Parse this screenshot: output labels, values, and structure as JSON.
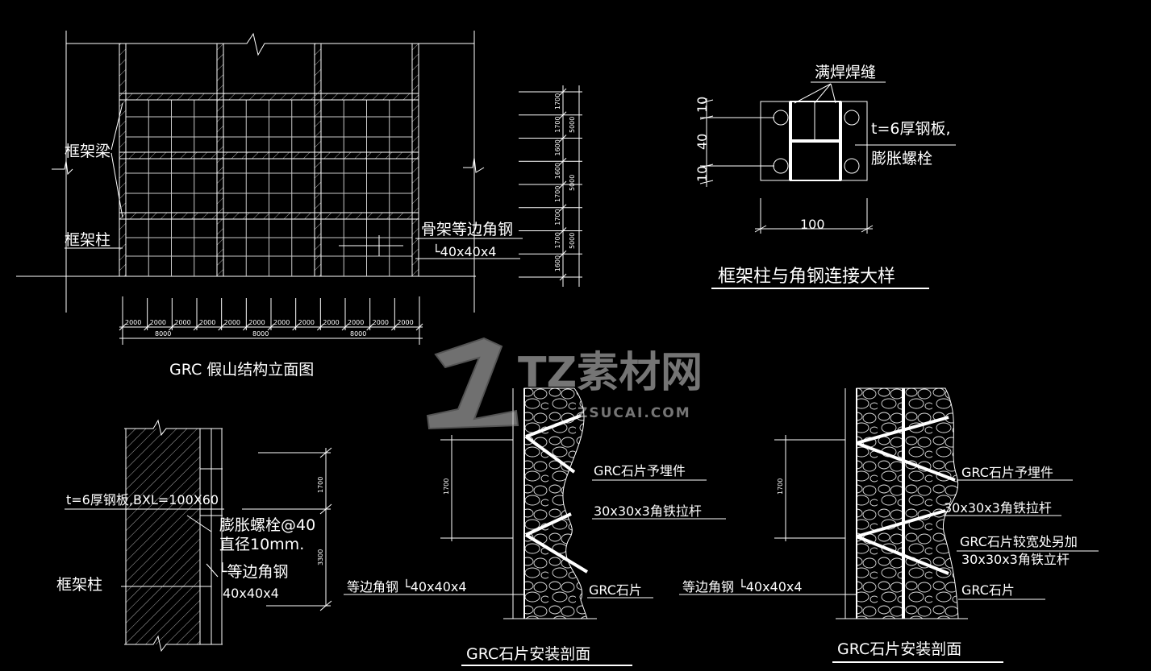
{
  "watermark": {
    "brand": "TZ素材网",
    "url": "ZSUCAI.COM"
  },
  "elevation": {
    "title": "GRC 假山结构立面图",
    "label_beam": "框架梁",
    "label_column": "框架柱",
    "label_angle": "骨架等边角钢",
    "label_angle_size": "└40x40x4",
    "bay_dims": [
      "2000",
      "2000",
      "2000",
      "2000",
      "2000",
      "2000",
      "2000",
      "2000",
      "2000",
      "2000",
      "2000",
      "2000"
    ],
    "span_dims": [
      "8000",
      "8000",
      "8000"
    ],
    "right_dims_small": [
      "1700",
      "1700",
      "1600",
      "1600",
      "1700",
      "1700",
      "1700",
      "1600"
    ],
    "right_dims_large": [
      "5000",
      "5000",
      "5000"
    ]
  },
  "detail": {
    "title": "框架柱与角钢连接大样",
    "label_weld": "满焊焊缝",
    "label_plate": "t=6厚钢板,",
    "label_bolt": "膨胀螺栓",
    "dim_width": "100",
    "dims_vertical": [
      "10",
      "40",
      "10"
    ]
  },
  "section_left": {
    "label_plate": "t=6厚钢板,BXL=100X60",
    "label_bolt": "膨胀螺栓@40",
    "label_diameter": "直径10mm.",
    "label_angle": "└等边角钢",
    "label_angle_size": "40x40x4",
    "label_column": "框架柱",
    "dims": [
      "1700",
      "3300"
    ]
  },
  "section_mid": {
    "title": "GRC石片安装剖面",
    "label_embed": "GRC石片予埋件",
    "label_tie": "30x30x3角铁拉杆",
    "label_angle": "等边角钢 └40x40x4",
    "label_stone": "GRC石片",
    "dim": "1700"
  },
  "section_right": {
    "title": "GRC石片安装剖面",
    "label_embed": "GRC石片予埋件",
    "label_tie": "30x30x3角铁拉杆",
    "label_wide": "GRC石片较宽处另加",
    "label_wide2": "30x30x3角铁立杆",
    "label_angle": "等边角钢 └40x40x4",
    "label_stone": "GRC石片",
    "dim": "1700"
  }
}
